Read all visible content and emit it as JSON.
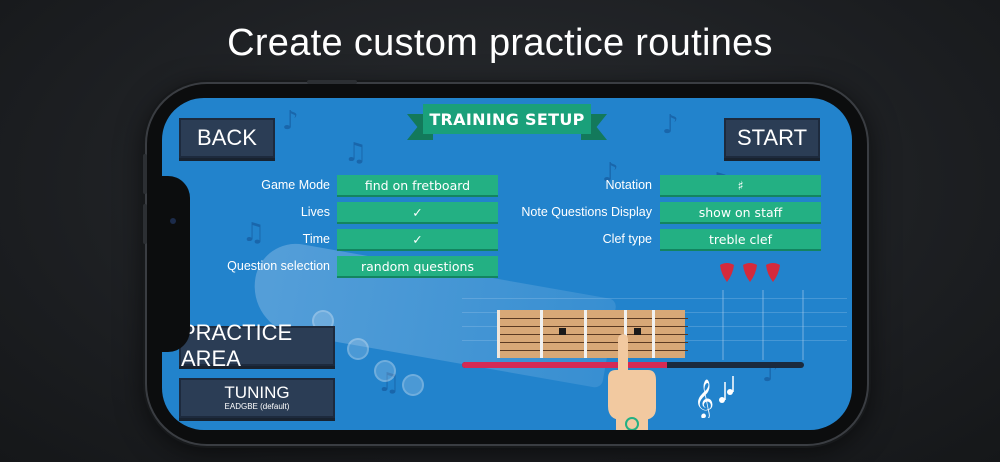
{
  "headline": "Create custom practice routines",
  "screen": {
    "title": "TRAINING SETUP",
    "back_label": "BACK",
    "start_label": "START",
    "practice_area_label": "PRACTICE AREA",
    "tuning": {
      "label": "TUNING",
      "value": "EADGBE (default)"
    },
    "left_settings": [
      {
        "label": "Game Mode",
        "value": "find on fretboard"
      },
      {
        "label": "Lives",
        "value": "✓"
      },
      {
        "label": "Time",
        "value": "✓"
      },
      {
        "label": "Question selection",
        "value": "random questions"
      }
    ],
    "right_settings": [
      {
        "label": "Notation",
        "value": "♯"
      },
      {
        "label": "Note Questions Display",
        "value": "show on staff"
      },
      {
        "label": "Clef type",
        "value": "treble clef"
      }
    ],
    "lives_count": 3,
    "progress_fraction": 0.6,
    "colors": {
      "field_green": "#23b083",
      "banner_green": "#1aa07a",
      "button_dark": "#2b3d55",
      "screen_blue": "#2283cc",
      "pick_red": "#d42a3c",
      "progress_red": "#d42a55"
    },
    "icons": [
      "guitar-pattern-icon",
      "pick-life-icon",
      "pointing-hand-icon",
      "music-notes-icon"
    ]
  }
}
